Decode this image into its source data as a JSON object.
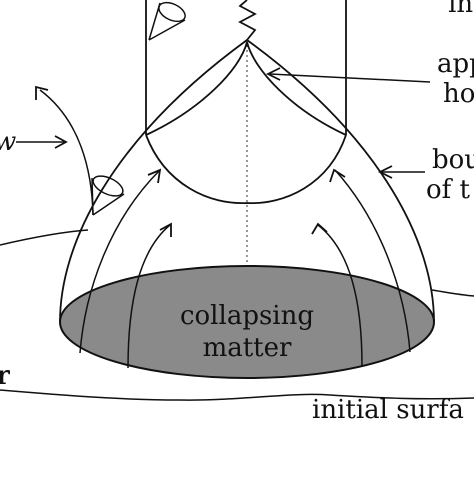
{
  "diagram": {
    "labels": {
      "apparent_horizon_line1": "app",
      "apparent_horizon_line2": "ho",
      "boundary_line1": "bou",
      "boundary_line2": "of t",
      "collapsing_line1": "collapsing",
      "collapsing_line2": "matter",
      "initial_surface": "initial surfa",
      "top_right": "in",
      "left_w": "w",
      "left_r": "r"
    },
    "colors": {
      "ink": "#111111",
      "matter_fill": "#8a8a8a",
      "background": "#ffffff"
    }
  }
}
